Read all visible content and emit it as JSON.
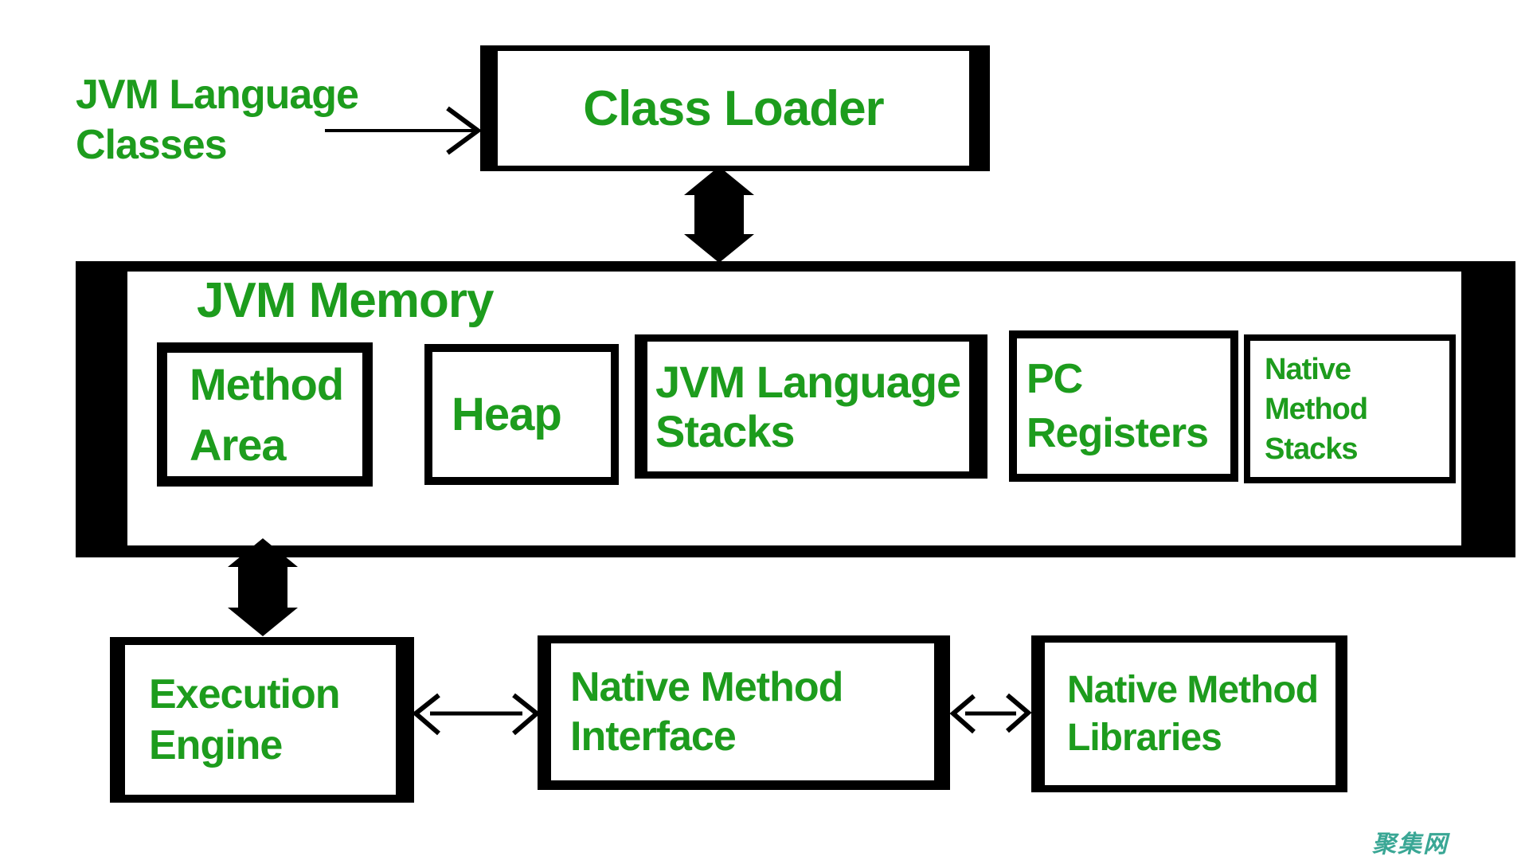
{
  "colors": {
    "label_green": "#1d9c1d",
    "line_black": "#000000",
    "background": "#ffffff",
    "watermark_teal": "#3aa795"
  },
  "nodes": {
    "jvm_language_classes": {
      "line1": "JVM Language",
      "line2": "Classes"
    },
    "class_loader": {
      "label": "Class Loader"
    },
    "jvm_memory": {
      "title": "JVM Memory"
    },
    "method_area": {
      "line1": "Method",
      "line2": "Area"
    },
    "heap": {
      "label": "Heap"
    },
    "jvm_language_stacks": {
      "line1": "JVM Language",
      "line2": "Stacks"
    },
    "pc_registers": {
      "line1": "PC",
      "line2": "Registers"
    },
    "native_method_stacks": {
      "line1": "Native",
      "line2": "Method",
      "line3": "Stacks"
    },
    "execution_engine": {
      "line1": "Execution",
      "line2": "Engine"
    },
    "native_method_interface": {
      "line1": "Native Method",
      "line2": "Interface"
    },
    "native_method_libraries": {
      "line1": "Native Method",
      "line2": "Libraries"
    }
  },
  "watermark": {
    "text": "聚集网"
  }
}
